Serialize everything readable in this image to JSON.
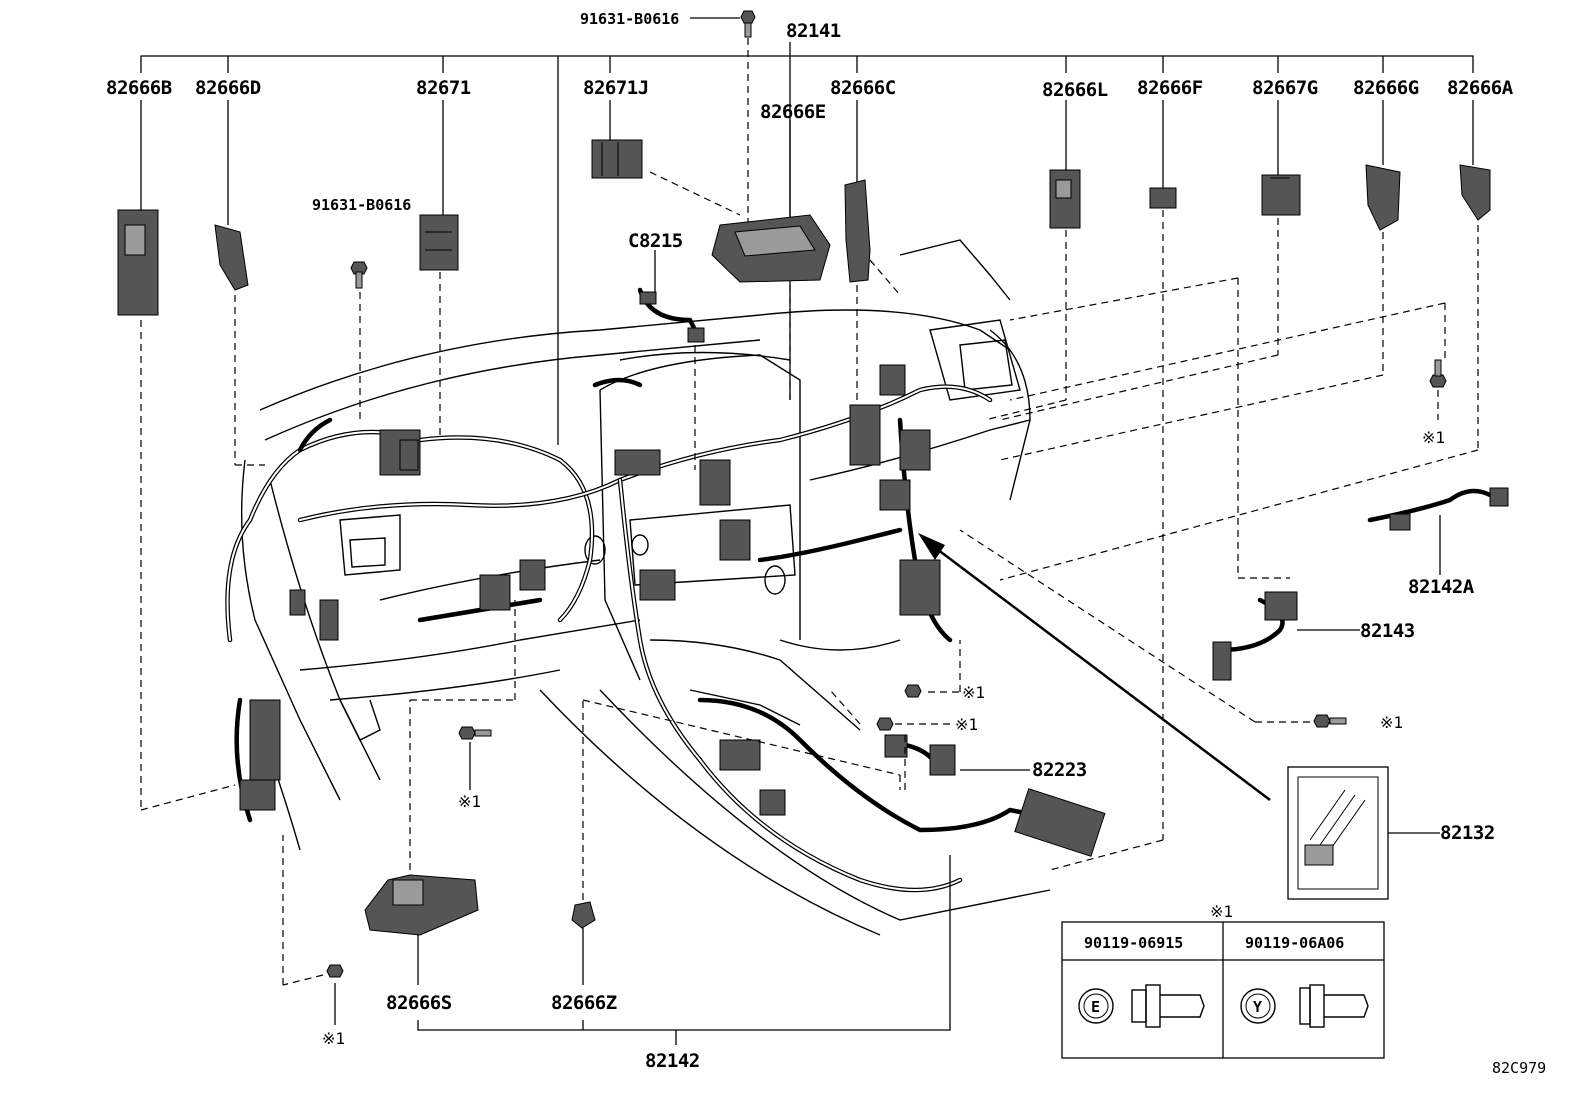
{
  "diagram": {
    "main_labels": {
      "harness_top": "82141",
      "harness_bottom": "82142",
      "harness_right": "82142A",
      "harness_82143": "82143",
      "harness_82223": "82223",
      "wire_82132": "82132",
      "c8215": "C8215"
    },
    "top_labels": {
      "b": "82666B",
      "d": "82666D",
      "a71": "82671",
      "j": "82671J",
      "e": "82666E",
      "c": "82666C",
      "l": "82666L",
      "f": "82666F",
      "g67": "82667G",
      "g": "82666G",
      "a": "82666A"
    },
    "bottom_labels": {
      "s": "82666S",
      "z": "82666Z"
    },
    "bolts": {
      "top": "91631-B0616",
      "left": "91631-B0616"
    },
    "mark": "※1",
    "legend": {
      "title": "※1",
      "col1": "90119-06915",
      "col2": "90119-06A06",
      "col1_symbol": "E",
      "col2_symbol": "Y"
    },
    "diagram_code": "82C979"
  }
}
